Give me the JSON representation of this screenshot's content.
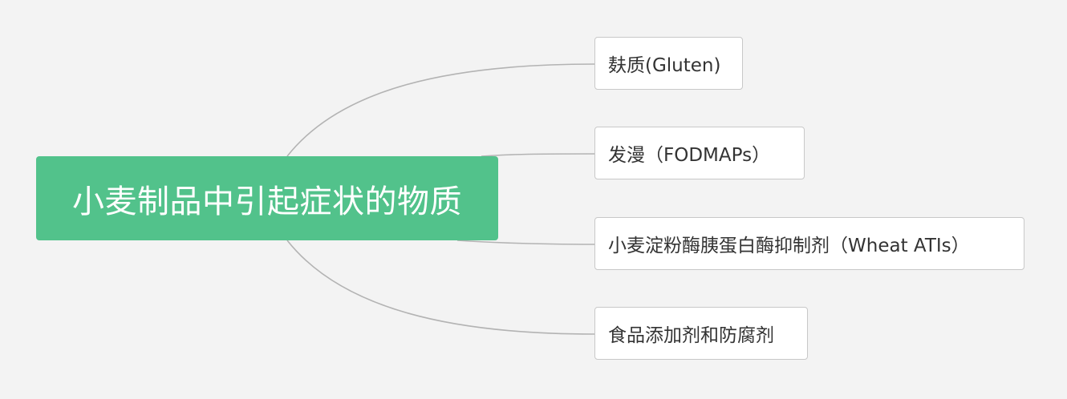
{
  "central_topic": "小麦制品中引起症状的物质",
  "branches": [
    {
      "label": "麸质(Gluten)"
    },
    {
      "label": "发漫（FODMAPs）"
    },
    {
      "label": "小麦淀粉酶胰蛋白酶抑制剂（Wheat ATIs）"
    },
    {
      "label": "食品添加剂和防腐剂"
    }
  ],
  "colors": {
    "background": "#f3f3f3",
    "central_fill": "#52c28b",
    "central_text": "#ffffff",
    "branch_fill": "#ffffff",
    "branch_border": "#c8c8c8",
    "connector": "#b3b3b3"
  }
}
